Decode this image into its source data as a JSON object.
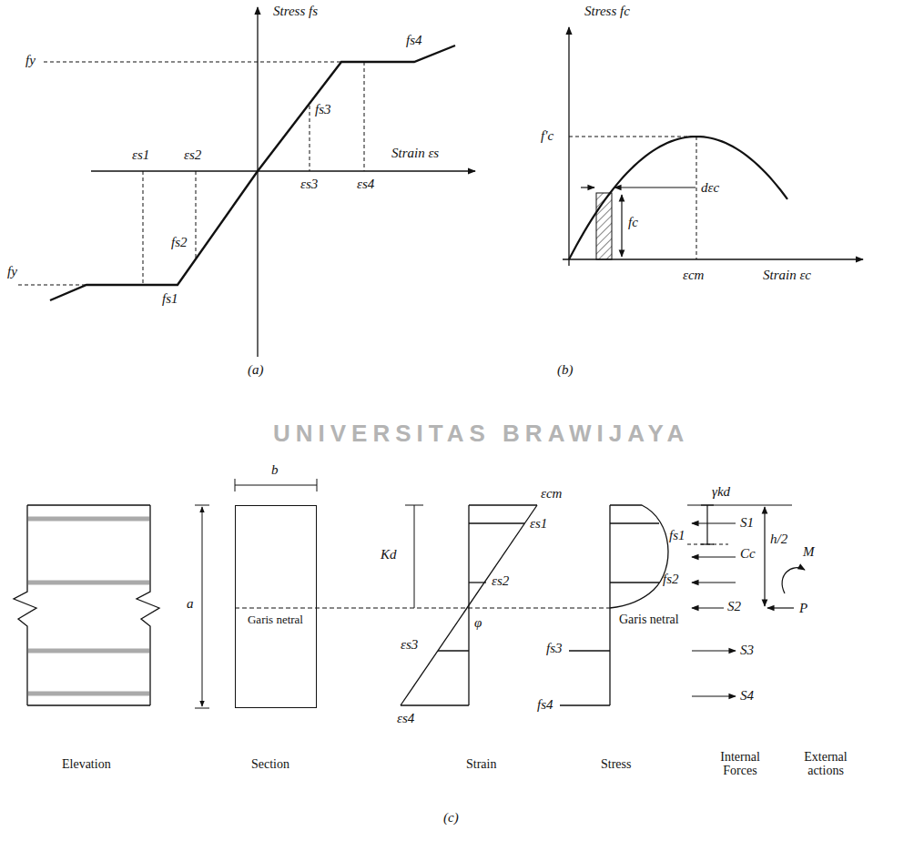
{
  "diagram": {
    "nodes": [
      {
        "text": [
          "Garis netral"
        ]
      }
    ],
    "labels": [
      "UNIVERSITAS BRAWIJAYA",
      "Stress fs",
      "fy",
      "fs4",
      "fs3",
      "εs1",
      "εs2",
      "εs3",
      "εs4",
      "Strain εs",
      "fs2",
      "fy",
      "fs1",
      "(a)",
      "Stress fc",
      "f'c",
      "fc",
      "dεc",
      "εcm",
      "Strain εc",
      "(b)",
      "b",
      "a",
      "Kd",
      "εcm",
      "εs1",
      "εs2",
      "φ",
      "εs3",
      "εs4",
      "fs1",
      "fs2",
      "fs3",
      "fs4",
      "Garis netral",
      "γkd",
      "S1",
      "Cc",
      "h/2",
      "M",
      "S2",
      "P",
      "S3",
      "S4",
      "Elevation",
      "Section",
      "Strain",
      "Stress",
      "Internal Forces",
      "External actions",
      "(c)"
    ]
  }
}
